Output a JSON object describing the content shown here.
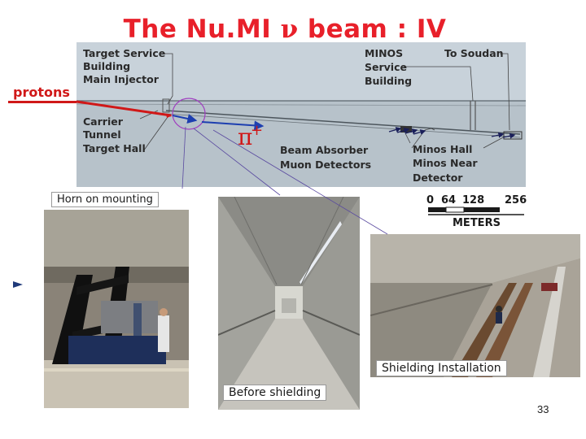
{
  "slide": {
    "title_before": "The Nu.MI ",
    "title_nu": "ν",
    "title_after": " beam : IV",
    "protons_label": "protons",
    "pion_label": "π",
    "pion_charge": "+",
    "page_number": "33"
  },
  "diagram": {
    "labels": {
      "target_service": "Target Service",
      "building": "Building",
      "main_injector": "Main Injector",
      "carrier": "Carrier",
      "tunnel": "Tunnel",
      "target_hall": "Target Hall",
      "minos": "MINOS",
      "service": "Service",
      "building2": "Building",
      "to_soudan": "To Soudan",
      "beam_absorber": "Beam Absorber",
      "muon_detectors": "Muon Detectors",
      "minos_hall": "Minos Hall",
      "minos_near": "Minos Near",
      "detector": "Detector"
    },
    "scale": {
      "ticks": [
        "0",
        "64",
        "128",
        "256"
      ],
      "unit": "METERS"
    }
  },
  "photos": {
    "horn": {
      "caption": "Horn on mounting"
    },
    "tunnel": {
      "caption": "Before shielding"
    },
    "shielding": {
      "caption": "Shielding Installation"
    }
  }
}
